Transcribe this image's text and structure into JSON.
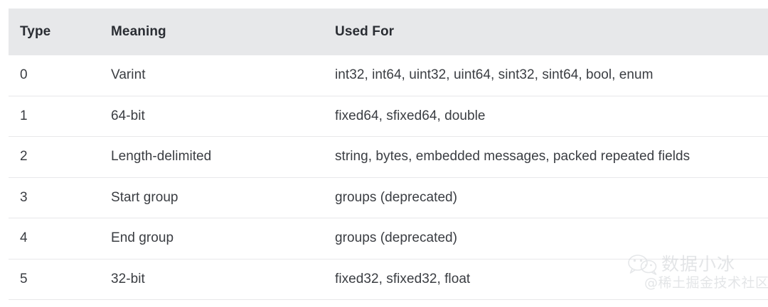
{
  "table": {
    "columns": [
      {
        "key": "type",
        "label": "Type"
      },
      {
        "key": "meaning",
        "label": "Meaning"
      },
      {
        "key": "used_for",
        "label": "Used For"
      }
    ],
    "rows": [
      {
        "type": "0",
        "meaning": "Varint",
        "used_for": "int32, int64, uint32, uint64, sint32, sint64, bool, enum"
      },
      {
        "type": "1",
        "meaning": "64-bit",
        "used_for": "fixed64, sfixed64, double"
      },
      {
        "type": "2",
        "meaning": "Length-delimited",
        "used_for": "string, bytes, embedded messages, packed repeated fields"
      },
      {
        "type": "3",
        "meaning": "Start group",
        "used_for": "groups (deprecated)"
      },
      {
        "type": "4",
        "meaning": "End group",
        "used_for": "groups (deprecated)"
      },
      {
        "type": "5",
        "meaning": "32-bit",
        "used_for": "fixed32, sfixed32, float"
      }
    ]
  },
  "watermark": {
    "icon": "wechat-bubble-icon",
    "title": "数据小冰",
    "subtitle": "@稀土掘金技术社区"
  },
  "colors": {
    "header_background": "#e7e8ea",
    "header_text": "#2a2d33",
    "body_text": "#3a3d42",
    "row_divider": "#e8e8ea",
    "page_background": "#ffffff",
    "watermark_text": "#c9ccd1"
  }
}
